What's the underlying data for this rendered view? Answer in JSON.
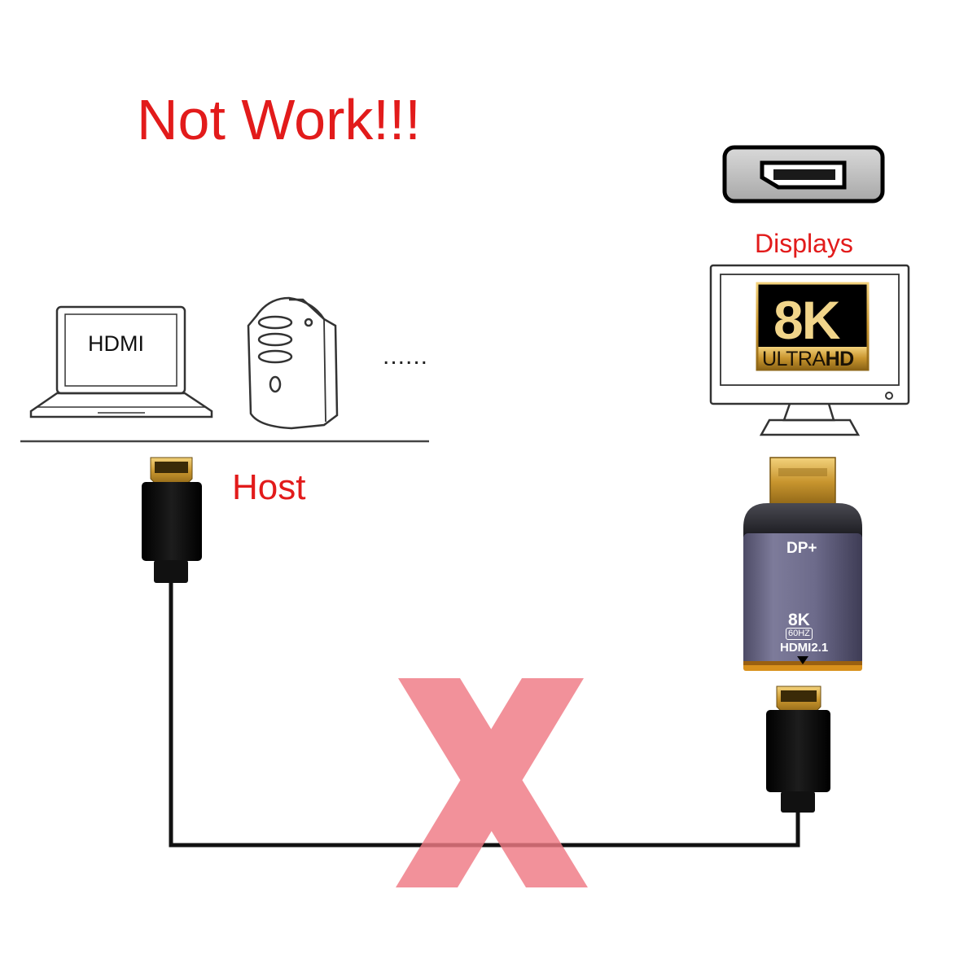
{
  "title": "Not Work!!!",
  "labels": {
    "host": "Host",
    "displays": "Displays",
    "laptop_screen": "HDMI",
    "more_devices": "......"
  },
  "monitor_badge": {
    "big": "8K",
    "ultra": "ULTRA",
    "hd": "HD"
  },
  "adapter": {
    "port_label": "DP+",
    "resolution": "8K",
    "refresh": "60HZ",
    "standard": "HDMI2.1"
  },
  "colors": {
    "title_red": "#e21b1b",
    "cross_pink": "#f07a84",
    "gold": "#d9b25a",
    "adapter_body": "#6e6c8a",
    "cable_black": "#111111"
  }
}
